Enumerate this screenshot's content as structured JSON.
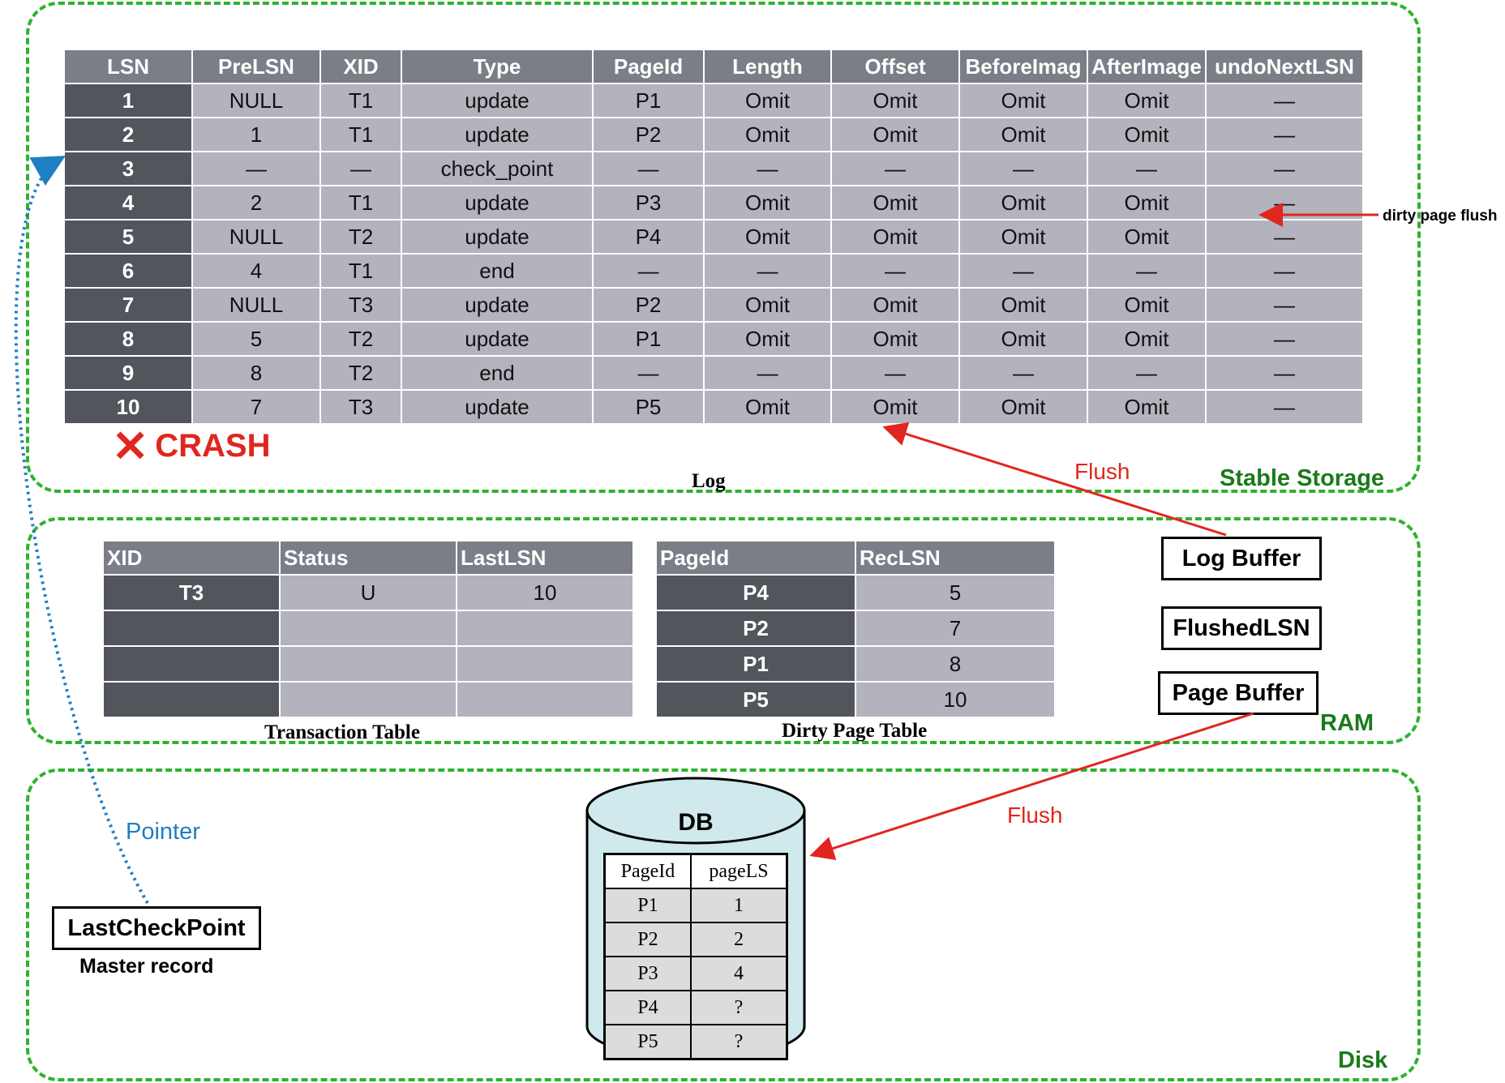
{
  "regions": {
    "stable_storage": "Stable Storage",
    "ram": "RAM",
    "disk": "Disk"
  },
  "log": {
    "caption": "Log",
    "columns": [
      "LSN",
      "PreLSN",
      "XID",
      "Type",
      "PageId",
      "Length",
      "Offset",
      "BeforeImag",
      "AfterImage",
      "undoNextLSN"
    ],
    "rows": [
      [
        "1",
        "NULL",
        "T1",
        "update",
        "P1",
        "Omit",
        "Omit",
        "Omit",
        "Omit",
        "—"
      ],
      [
        "2",
        "1",
        "T1",
        "update",
        "P2",
        "Omit",
        "Omit",
        "Omit",
        "Omit",
        "—"
      ],
      [
        "3",
        "—",
        "—",
        "check_point",
        "—",
        "—",
        "—",
        "—",
        "—",
        "—"
      ],
      [
        "4",
        "2",
        "T1",
        "update",
        "P3",
        "Omit",
        "Omit",
        "Omit",
        "Omit",
        "—"
      ],
      [
        "5",
        "NULL",
        "T2",
        "update",
        "P4",
        "Omit",
        "Omit",
        "Omit",
        "Omit",
        "—"
      ],
      [
        "6",
        "4",
        "T1",
        "end",
        "—",
        "—",
        "—",
        "—",
        "—",
        "—"
      ],
      [
        "7",
        "NULL",
        "T3",
        "update",
        "P2",
        "Omit",
        "Omit",
        "Omit",
        "Omit",
        "—"
      ],
      [
        "8",
        "5",
        "T2",
        "update",
        "P1",
        "Omit",
        "Omit",
        "Omit",
        "Omit",
        "—"
      ],
      [
        "9",
        "8",
        "T2",
        "end",
        "—",
        "—",
        "—",
        "—",
        "—",
        "—"
      ],
      [
        "10",
        "7",
        "T3",
        "update",
        "P5",
        "Omit",
        "Omit",
        "Omit",
        "Omit",
        "—"
      ]
    ]
  },
  "crash": {
    "icon": "x-mark-icon",
    "text": "CRASH",
    "color": "#e0261f"
  },
  "annotations": {
    "dirty_page_flush": "dirty page  flush",
    "flush_log": "Flush",
    "flush_page": "Flush",
    "pointer": "Pointer"
  },
  "transaction_table": {
    "caption": "Transaction  Table",
    "columns": [
      "XID",
      "Status",
      "LastLSN"
    ],
    "rows": [
      [
        "T3",
        "U",
        "10"
      ],
      [
        "",
        "",
        ""
      ],
      [
        "",
        "",
        ""
      ],
      [
        "",
        "",
        ""
      ]
    ]
  },
  "dirty_page_table": {
    "caption": "Dirty Page Table",
    "columns": [
      "PageId",
      "RecLSN"
    ],
    "rows": [
      [
        "P4",
        "5"
      ],
      [
        "P2",
        "7"
      ],
      [
        "P1",
        "8"
      ],
      [
        "P5",
        "10"
      ]
    ]
  },
  "ram_boxes": {
    "log_buffer": "Log Buffer",
    "flushed_lsn": "FlushedLSN",
    "page_buffer": "Page Buffer"
  },
  "master": {
    "box": "LastCheckPoint",
    "caption": "Master record"
  },
  "db": {
    "title": "DB",
    "columns": [
      "PageId",
      "pageLS"
    ],
    "rows": [
      [
        "P1",
        "1"
      ],
      [
        "P2",
        "2"
      ],
      [
        "P3",
        "4"
      ],
      [
        "P4",
        "?"
      ],
      [
        "P5",
        "?"
      ]
    ]
  },
  "colors": {
    "region_border": "#2fb22f",
    "region_label": "#1a7a1a",
    "arrow_red": "#e0261f",
    "pointer_blue": "#1f7ec4",
    "header_grey": "#7b7e86",
    "cell_grey": "#b3b3bd",
    "key_dark": "#52555c",
    "db_fill": "#cfe9ec"
  }
}
